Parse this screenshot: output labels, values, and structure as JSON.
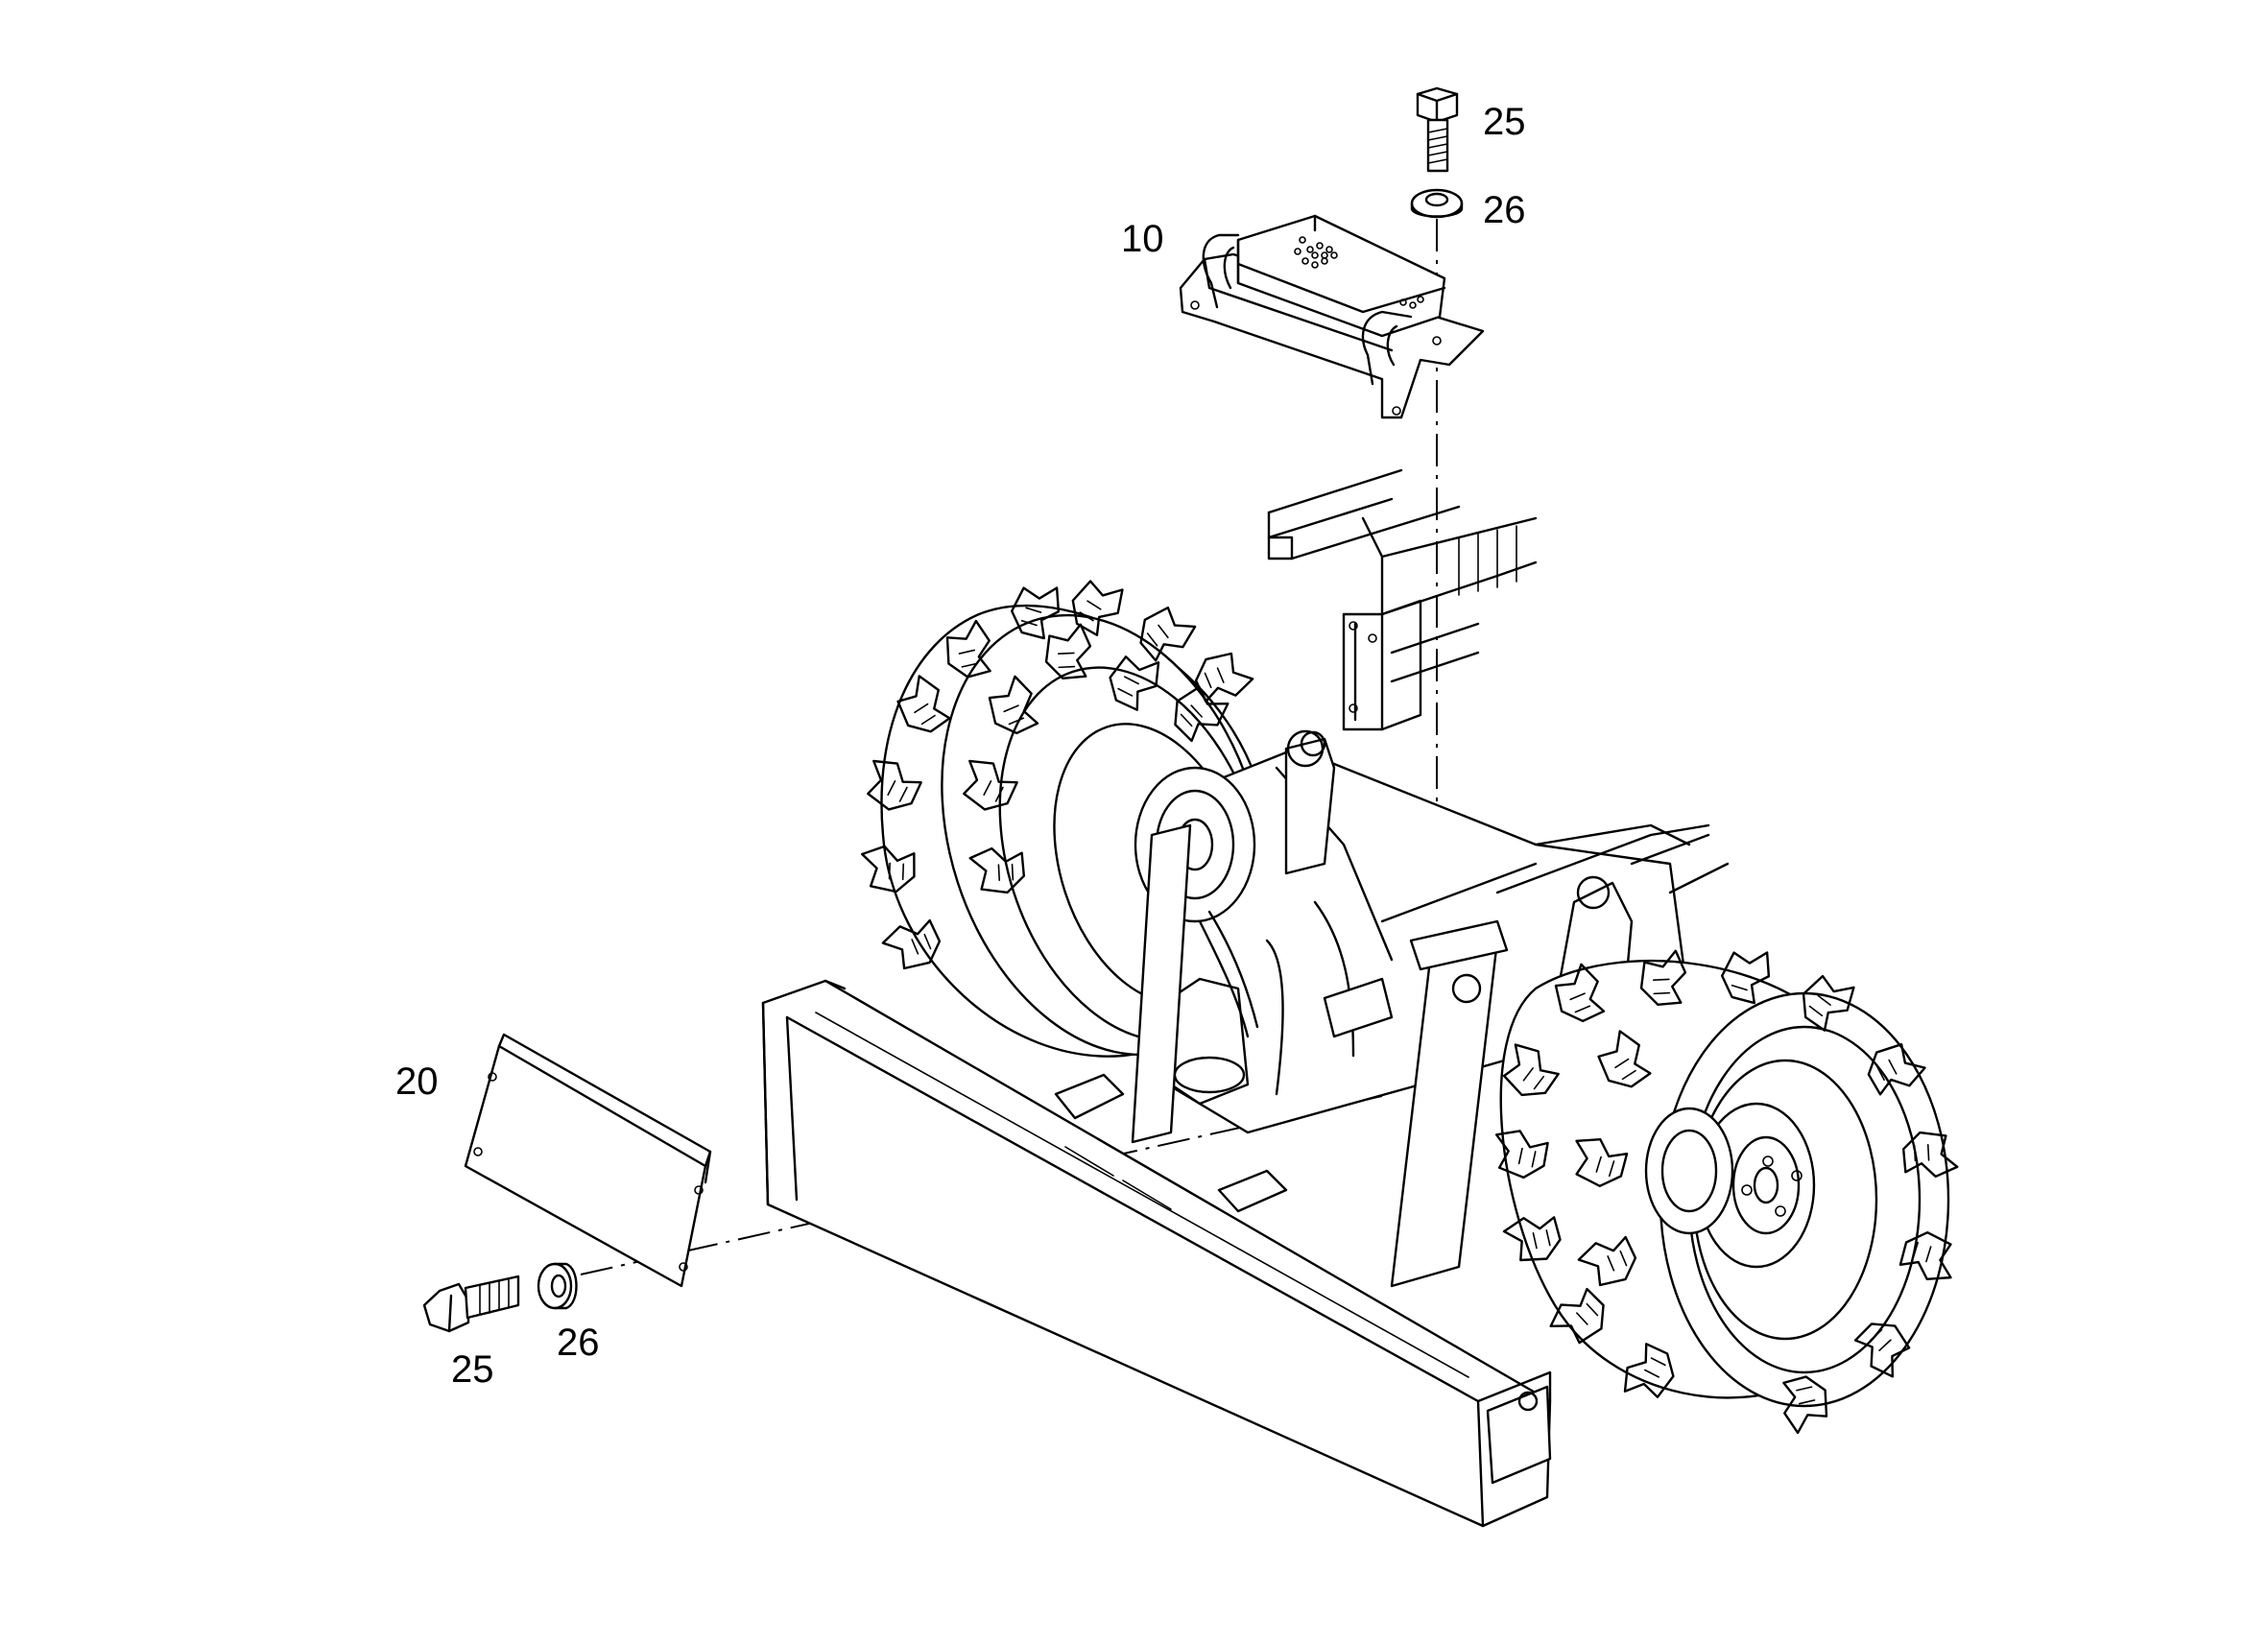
{
  "diagram": {
    "callouts": [
      {
        "id": "label-25-top",
        "text": "25"
      },
      {
        "id": "label-26-top",
        "text": "26"
      },
      {
        "id": "label-10",
        "text": "10"
      },
      {
        "id": "label-20",
        "text": "20"
      },
      {
        "id": "label-25-bottom",
        "text": "25"
      },
      {
        "id": "label-26-bottom",
        "text": "26"
      }
    ]
  }
}
